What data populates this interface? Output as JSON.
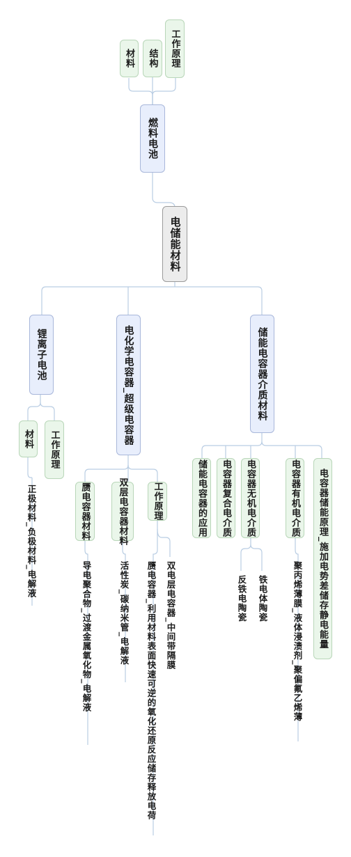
{
  "root": "电储能材料",
  "fuel_cell": {
    "label": "燃料电池",
    "children": [
      "工作原理",
      "结构",
      "材料"
    ]
  },
  "lithium_battery": {
    "label": "锂离子电池",
    "children": [
      "工作原理",
      "材料"
    ],
    "leaves": [
      "正极材料_负极材料_电解液"
    ]
  },
  "supercapacitor": {
    "label": "电化学电容器_超级电容器",
    "children": [
      "工作原理",
      "双层电容器材料",
      "赝电容器材料"
    ],
    "principle_leaves": [
      "双电层电容器_中间带隔膜",
      "赝电容器_利用材料表面快速可逆的氧化还原反应储存释放电荷"
    ],
    "double_layer_leaf": "活性炭_碳纳米管_电解液",
    "pseudo_leaf": "导电聚合物_过渡金属氧化物_电解液"
  },
  "dielectric": {
    "label": "储能电容器介质材料",
    "children": [
      "电容器储能原理_施加电势差储存静电能量",
      "电容器有机电介质",
      "电容器无机电介质",
      "电容器复合电介质",
      "储能电容器的应用"
    ],
    "organic_leaf": "聚丙烯薄膜_液体浸渍剂_聚偏氟乙烯薄",
    "inorganic_leaves": [
      "铁电体陶瓷",
      "反铁电陶瓷"
    ]
  }
}
